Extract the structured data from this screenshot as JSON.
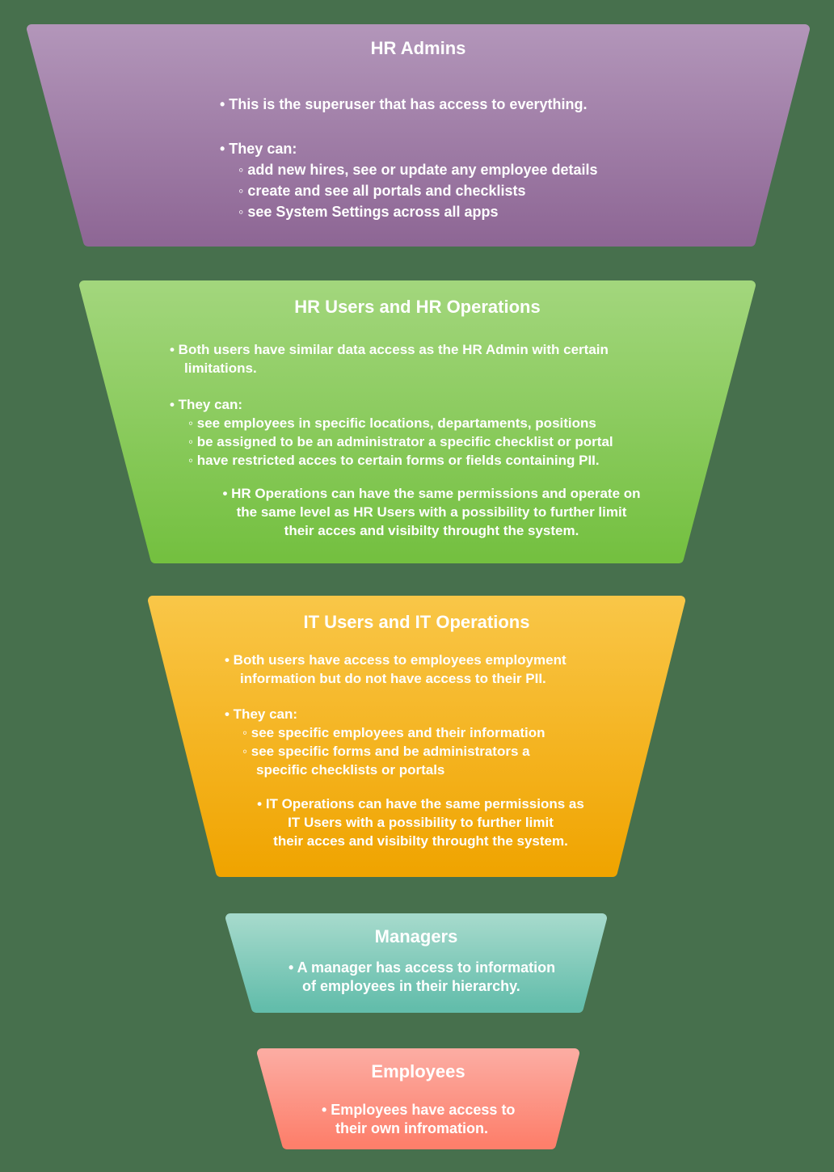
{
  "page": {
    "background_color": "#47704d",
    "text_color": "#ffffff"
  },
  "funnel": {
    "type": "funnel-diagram",
    "sections": [
      {
        "id": "hr-admins",
        "title": "HR Admins",
        "color_top": "#b295b9",
        "color_bottom": "#8e6795",
        "lines": [
          "• This is the superuser that has access to everything.",
          "• They can:",
          "◦ add new hires, see or update any employee details",
          "◦ create and see all portals and checklists",
          "◦ see System Settings across all apps"
        ]
      },
      {
        "id": "hr-users-operations",
        "title": "HR Users and HR Operations",
        "color_top": "#a2d67c",
        "color_bottom": "#74c040",
        "lines": [
          "• Both users have similar data access as the HR Admin with certain",
          "limitations.",
          "• They can:",
          "◦ see employees in specific locations, departaments, positions",
          "◦ be assigned to be an administrator a specific checklist or portal",
          "◦ have restricted acces to certain forms or fields containing PII.",
          "• HR Operations can have the same permissions and operate on",
          "the same level as HR Users with a possibility to further limit",
          "their acces and visibilty throught the system."
        ]
      },
      {
        "id": "it-users-operations",
        "title": "IT Users and IT Operations",
        "color_top": "#f9c647",
        "color_bottom": "#f0a400",
        "lines": [
          "• Both users have access to employees employment",
          "information but do not have access to their PII.",
          "• They can:",
          "◦ see specific employees and their information",
          "◦ see specific forms and be administrators a",
          "specific checklists or portals",
          "• IT Operations can have the same permissions as",
          "IT Users with a possibility to further limit",
          "their acces and visibilty throught the system."
        ]
      },
      {
        "id": "managers",
        "title": "Managers",
        "color_top": "#a4d9cb",
        "color_bottom": "#63bdab",
        "lines": [
          "• A manager has access to information",
          "of employees in their hierarchy."
        ]
      },
      {
        "id": "employees",
        "title": "Employees",
        "color_top": "#fcaba1",
        "color_bottom": "#fd7f6b",
        "lines": [
          "• Employees have access to",
          "their own infromation."
        ]
      }
    ]
  }
}
